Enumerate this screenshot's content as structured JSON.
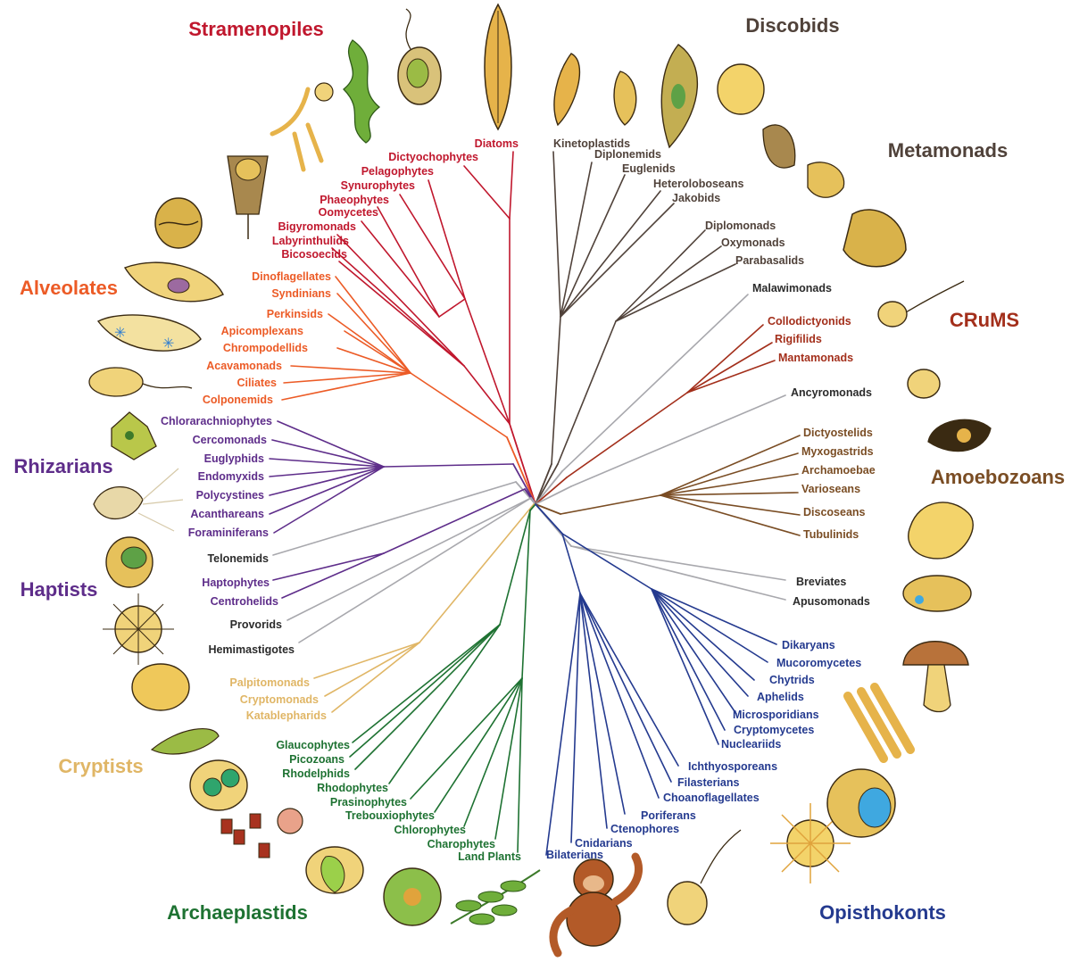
{
  "groups": {
    "stramenopiles": {
      "label": "Stramenopiles",
      "color": "#c0172d"
    },
    "discobids": {
      "label": "Discobids",
      "color": "#50423a"
    },
    "metamonads": {
      "label": "Metamonads",
      "color": "#50423a"
    },
    "crums": {
      "label": "CRuMS",
      "color": "#a32f1b"
    },
    "amoebozoans": {
      "label": "Amoebozoans",
      "color": "#7a4d24"
    },
    "alveolates": {
      "label": "Alveolates",
      "color": "#ec5b26"
    },
    "rhizarians": {
      "label": "Rhizarians",
      "color": "#5e2d8a"
    },
    "haptists": {
      "label": "Haptists",
      "color": "#5e2d8a"
    },
    "cryptists": {
      "label": "Cryptists",
      "color": "#e0b666"
    },
    "archaeplastids": {
      "label": "Archaeplastids",
      "color": "#1e7232"
    },
    "opisthokonts": {
      "label": "Opisthokonts",
      "color": "#243a8f"
    }
  },
  "taxa": {
    "stramenopiles": [
      "Diatoms",
      "Dictyochophytes",
      "Pelagophytes",
      "Synurophytes",
      "Phaeophytes",
      "Oomycetes",
      "Bigyromonads",
      "Labyrinthulids",
      "Bicosoecids"
    ],
    "alveolates": [
      "Dinoflagellates",
      "Syndinians",
      "Perkinsids",
      "Apicomplexans",
      "Chrompodellids",
      "Acavamonads",
      "Ciliates",
      "Colponemids"
    ],
    "rhizarians": [
      "Chlorarachniophytes",
      "Cercomonads",
      "Euglyphids",
      "Endomyxids",
      "Polycystines",
      "Acanthareans",
      "Foraminiferans"
    ],
    "telonemids": [
      "Telonemids"
    ],
    "haptists": [
      "Haptophytes",
      "Centrohelids"
    ],
    "orphans_left": [
      "Provorids",
      "Hemimastigotes"
    ],
    "cryptists": [
      "Palpitomonads",
      "Cryptomonads",
      "Katablepharids"
    ],
    "archaeplastids": [
      "Glaucophytes",
      "Picozoans",
      "Rhodelphids",
      "Rhodophytes",
      "Prasinophytes",
      "Trebouxiophytes",
      "Chlorophytes",
      "Charophytes",
      "Land Plants"
    ],
    "discobids": [
      "Kinetoplastids",
      "Diplonemids",
      "Euglenids",
      "Heteroloboseans",
      "Jakobids"
    ],
    "metamonads": [
      "Diplomonads",
      "Oxymonads",
      "Parabasalids"
    ],
    "malawimonads": [
      "Malawimonads"
    ],
    "crums": [
      "Collodictyonids",
      "Rigifilids",
      "Mantamonads"
    ],
    "ancyromonads": [
      "Ancyromonads"
    ],
    "amoebozoans": [
      "Dictyostelids",
      "Myxogastrids",
      "Archamoebae",
      "Varioseans",
      "Discoseans",
      "Tubulinids"
    ],
    "orphans_right": [
      "Breviates",
      "Apusomonads"
    ],
    "opisthokonts": [
      "Dikaryans",
      "Mucoromycetes",
      "Chytrids",
      "Aphelids",
      "Microsporidians",
      "Cryptomycetes",
      "Nucleariids",
      "Ichthyosporeans",
      "Filasterians",
      "Choanoflagellates",
      "Poriferans",
      "Ctenophores",
      "Cnidarians",
      "Bilaterians"
    ]
  },
  "colors": {
    "orphan": "#a8a8ad",
    "orphan_text": "#2b2b2b"
  }
}
